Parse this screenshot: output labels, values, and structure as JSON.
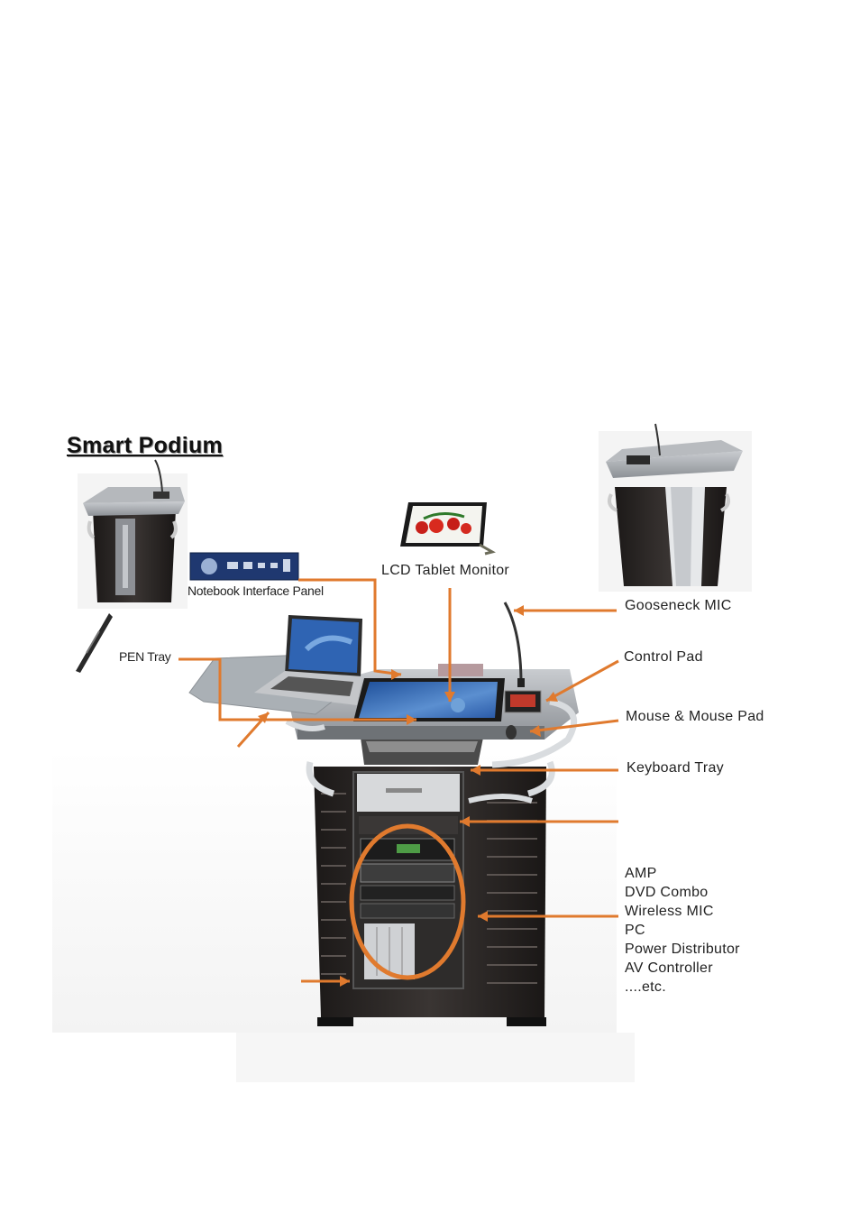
{
  "title": "Smart Podium",
  "labels": {
    "notebook_interface_panel": "Notebook Interface Panel",
    "pen_tray": "PEN Tray",
    "lcd_tablet_monitor": "LCD Tablet Monitor",
    "gooseneck_mic": "Gooseneck MIC",
    "control_pad": "Control Pad",
    "mouse_pad": "Mouse & Mouse Pad",
    "keyboard_tray": "Keyboard Tray"
  },
  "rack_components": [
    "AMP",
    "DVD Combo",
    "Wireless MIC",
    "PC",
    "Power Distributor",
    "AV Controller",
    "....etc."
  ],
  "colors": {
    "arrow": "#e07a2e",
    "cabinet": "#2a2624",
    "top_panel": "#a9adb2",
    "chrome": "#d9dcdf",
    "screen": "#3a6fb4"
  }
}
